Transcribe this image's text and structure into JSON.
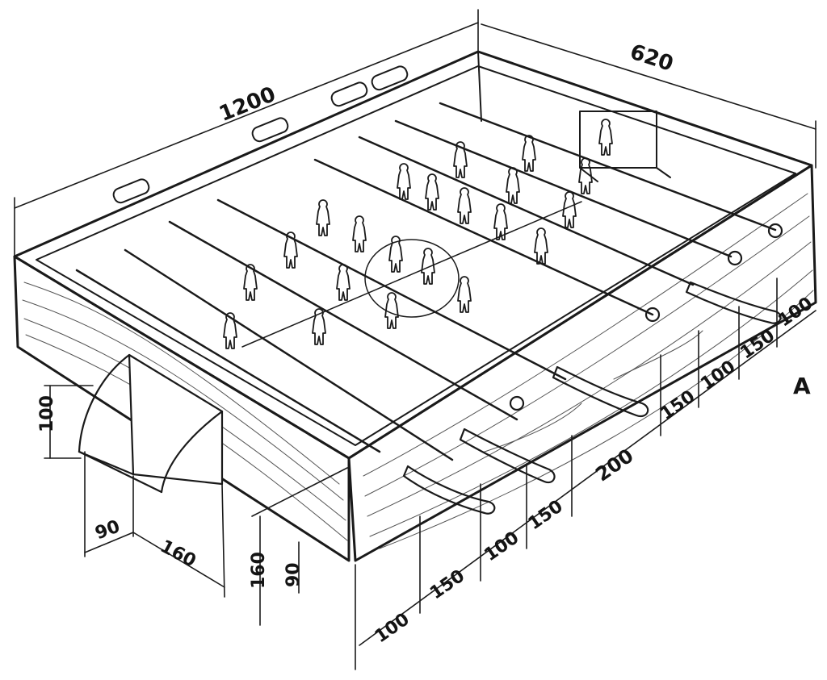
{
  "diagram": {
    "type": "technical-drawing",
    "subject": "table football (foosball) game board",
    "view_label": "А",
    "overall_dimensions": {
      "length": "1200",
      "width": "620"
    },
    "goal_dimensions": {
      "height": "100",
      "depth": "90",
      "width": "160"
    },
    "side_dimensions": {
      "height": "160",
      "rod_height": "90"
    },
    "rod_spacing_front": [
      "100",
      "150",
      "100",
      "150",
      "200"
    ],
    "rod_spacing_back": [
      "150",
      "100",
      "150",
      "100"
    ],
    "ink_color": "#1a1a1a",
    "paper_color": "#ffffff"
  }
}
